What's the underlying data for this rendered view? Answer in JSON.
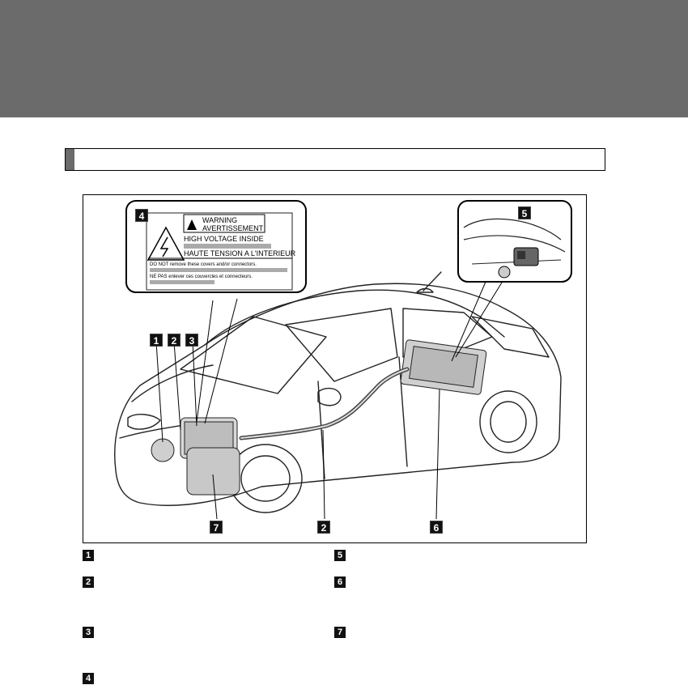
{
  "section": {
    "title": ""
  },
  "figure": {
    "callouts": {
      "c1": "1",
      "c2": "2",
      "c3": "3",
      "c4": "4",
      "c5": "5",
      "c6": "6",
      "c7": "7",
      "c2b": "2"
    },
    "warning_label": {
      "line_warning": "WARNING",
      "line_avertissement": "AVERTISSEMENT",
      "line_high_voltage": "HIGH VOLTAGE INSIDE",
      "line_haute_tension": "HAUTE TENSION A L'INTERIEUR",
      "line_do_not": "DO NOT remove these covers and/or connectors.",
      "line_ne_pas": "NE PAS enlever ces couvercles et connecteurs."
    }
  },
  "legend": {
    "items": [
      {
        "number": "1",
        "text": ""
      },
      {
        "number": "2",
        "text": ""
      },
      {
        "number": "3",
        "text": ""
      },
      {
        "number": "4",
        "text": ""
      },
      {
        "number": "5",
        "text": ""
      },
      {
        "number": "6",
        "text": ""
      },
      {
        "number": "7",
        "text": ""
      }
    ]
  }
}
